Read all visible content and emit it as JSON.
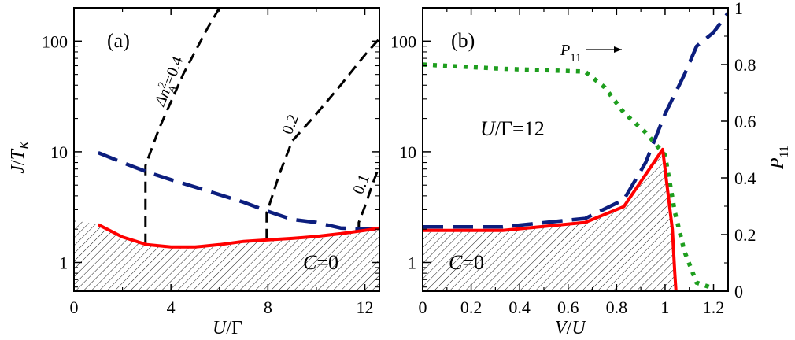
{
  "chart_data": [
    {
      "type": "line",
      "panel_label": "(a)",
      "xlabel": "U/Γ",
      "ylabel": "J/T_K",
      "x_scale": "linear",
      "y_scale": "log",
      "xlim": [
        0,
        12.6
      ],
      "ylim": [
        0.55,
        200
      ],
      "x_ticks": [
        0,
        4,
        8,
        12
      ],
      "x_tick_labels": [
        "0",
        "4",
        "8",
        "12"
      ],
      "y_ticks": [
        1,
        10,
        100
      ],
      "y_tick_labels": [
        "1",
        "10",
        "100"
      ],
      "colors": {
        "red": "#ff0000",
        "blue": "#0c1e7e",
        "black": "#000000",
        "green": "#1e9e1e"
      },
      "series": [
        {
          "style": "red-solid",
          "x": [
            1,
            2,
            3,
            4,
            5,
            6,
            7,
            8,
            9,
            10,
            11,
            12,
            12.6
          ],
          "y": [
            2.2,
            1.7,
            1.45,
            1.38,
            1.38,
            1.45,
            1.55,
            1.6,
            1.65,
            1.72,
            1.82,
            1.95,
            2.05
          ]
        },
        {
          "style": "blue-long-dash",
          "x": [
            1,
            2,
            3,
            4,
            5,
            6,
            7,
            8,
            9,
            10,
            11,
            12,
            12.6
          ],
          "y": [
            9.8,
            8.0,
            6.6,
            5.6,
            4.8,
            4.1,
            3.5,
            2.9,
            2.45,
            2.3,
            2.05,
            2.0,
            2.0
          ]
        },
        {
          "style": "black-dash",
          "label": "Δn_A²=0.4",
          "x": [
            2.95,
            2.95,
            3.5,
            4.5,
            5.5,
            6.0
          ],
          "y": [
            1.45,
            7.5,
            16,
            50,
            130,
            200
          ]
        },
        {
          "style": "black-dash",
          "label": "0.2",
          "x": [
            7.95,
            7.95,
            8.5,
            9.0,
            10.0,
            11.0,
            12.0,
            12.6
          ],
          "y": [
            1.6,
            2.8,
            6.5,
            12.5,
            22,
            40,
            75,
            105
          ]
        },
        {
          "style": "black-dash",
          "label": "0.1",
          "x": [
            11.75,
            11.75,
            12.0,
            12.3,
            12.6
          ],
          "y": [
            1.9,
            2.3,
            3.2,
            5.0,
            7.5
          ]
        }
      ],
      "hatched_region": {
        "upper_bound": "red-solid",
        "x_range": [
          0,
          12.6
        ],
        "left_edge_y": 2.4
      },
      "annotations": [
        {
          "text": "(a)",
          "position": "top-left"
        },
        {
          "text": "C=0",
          "position": "bottom-right"
        },
        {
          "text": "Δn_A²=0.4",
          "position": "along-left-dashed-curve"
        },
        {
          "text": "0.2",
          "position": "along-middle-dashed-curve"
        },
        {
          "text": "0.1",
          "position": "along-right-dashed-curve"
        }
      ]
    },
    {
      "type": "line",
      "panel_label": "(b)",
      "xlabel": "V/U",
      "ylabel": "",
      "right_ylabel": "P_11",
      "x_scale": "linear",
      "y_scale": "log",
      "xlim": [
        0,
        1.26
      ],
      "ylim": [
        0.55,
        200
      ],
      "right_ylim": [
        0,
        1
      ],
      "x_ticks": [
        0,
        0.2,
        0.4,
        0.6,
        0.8,
        1.0,
        1.2
      ],
      "x_tick_labels": [
        "0",
        "0.2",
        "0.4",
        "0.6",
        "0.8",
        "1",
        "1.2"
      ],
      "y_ticks": [
        1,
        10,
        100
      ],
      "y_tick_labels": [
        "1",
        "10",
        "100"
      ],
      "right_y_ticks": [
        0,
        0.2,
        0.4,
        0.6,
        0.8,
        1.0
      ],
      "right_y_tick_labels": [
        "0",
        "0.2",
        "0.4",
        "0.6",
        "0.8",
        "1"
      ],
      "series": [
        {
          "style": "red-solid",
          "axis": "left",
          "x": [
            0,
            0.33,
            0.67,
            0.83,
            0.99,
            1.03,
            1.04,
            1.045
          ],
          "y": [
            1.95,
            1.95,
            2.3,
            3.2,
            10.5,
            2.0,
            0.8,
            0.55
          ]
        },
        {
          "style": "blue-long-dash",
          "axis": "left",
          "x": [
            0,
            0.33,
            0.67,
            0.83,
            0.92,
            1.0,
            1.08,
            1.13,
            1.2,
            1.26
          ],
          "y": [
            2.1,
            2.1,
            2.5,
            3.7,
            8.0,
            22,
            50,
            90,
            120,
            180
          ]
        },
        {
          "style": "green-dotted",
          "axis": "right",
          "label": "P_11",
          "x": [
            0,
            0.33,
            0.67,
            0.75,
            0.83,
            0.92,
            1.0,
            1.04,
            1.08,
            1.13,
            1.2
          ],
          "y": [
            0.8,
            0.785,
            0.775,
            0.72,
            0.63,
            0.56,
            0.48,
            0.28,
            0.14,
            0.03,
            0.01
          ]
        }
      ],
      "hatched_region": {
        "upper_bound": "red-solid",
        "x_range": [
          0,
          1.045
        ]
      },
      "annotations": [
        {
          "text": "(b)",
          "position": "top-left"
        },
        {
          "text": "U/Γ=12",
          "position": "middle-left"
        },
        {
          "text": "C=0",
          "position": "bottom-left"
        },
        {
          "text": "P_11 →",
          "position": "top-center"
        }
      ]
    }
  ]
}
